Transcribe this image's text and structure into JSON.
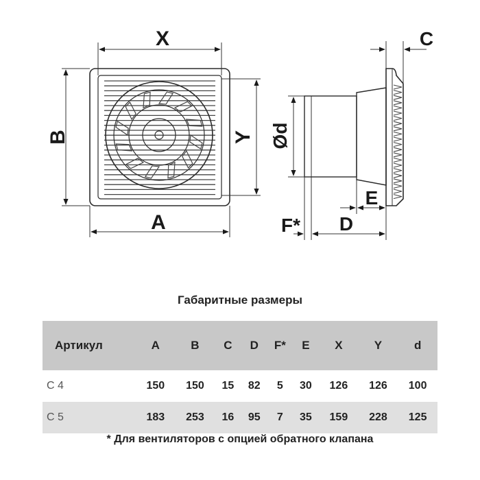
{
  "drawing": {
    "labels": {
      "x": "X",
      "b": "B",
      "y": "Y",
      "a": "A",
      "c": "C",
      "d_diam": "Ød",
      "e": "E",
      "f": "F*",
      "d": "D"
    }
  },
  "table": {
    "title": "Габаритные размеры",
    "headers": [
      "Артикул",
      "A",
      "B",
      "C",
      "D",
      "F*",
      "E",
      "X",
      "Y",
      "d"
    ],
    "rows": [
      [
        "С 4",
        "150",
        "150",
        "15",
        "82",
        "5",
        "30",
        "126",
        "126",
        "100"
      ],
      [
        "С 5",
        "183",
        "253",
        "16",
        "95",
        "7",
        "35",
        "159",
        "228",
        "125"
      ]
    ]
  },
  "footnote": "* Для вентиляторов с опцией обратного клапана"
}
